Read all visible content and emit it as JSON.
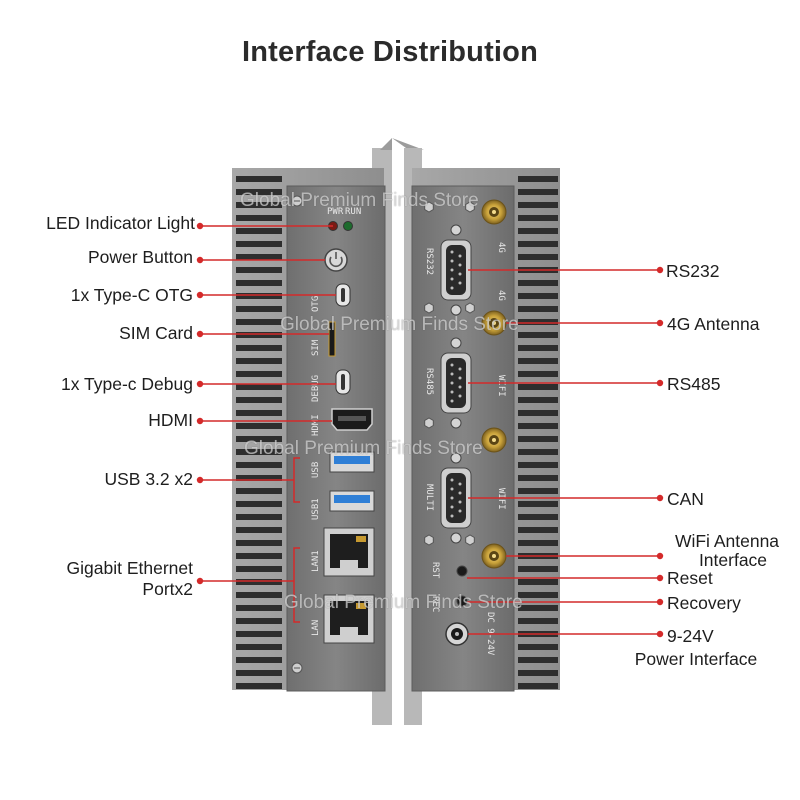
{
  "title": "Interface Distribution",
  "watermark": "Global Premium Finds Store",
  "left_panel": {
    "silk": {
      "pwr": "PWR",
      "run": "RUN",
      "otg": "OTG",
      "sim": "SIM",
      "debug": "DEBUG",
      "hdmi": "HDMI",
      "usb": "USB",
      "usb1": "USB1",
      "lan1": "LAN1",
      "lan": "LAN"
    },
    "labels": {
      "led": "LED Indicator Light",
      "power_button": "Power Button",
      "typec_otg": "1x Type-C OTG",
      "sim_card": "SIM Card",
      "typec_debug": "1x Type-c Debug",
      "hdmi": "HDMI",
      "usb": "USB 3.2 x2",
      "ethernet_line1": "Gigabit Ethernet",
      "ethernet_line2": "Portx2"
    }
  },
  "right_panel": {
    "silk": {
      "g4a": "4G",
      "g4b": "4G",
      "rs232": "RS232",
      "rs485": "RS485",
      "multi": "MULTI",
      "wifi_a": "WIFI",
      "wifi_b": "WIFI",
      "rst": "RST",
      "rec": "REC",
      "dc": "DC 9-24V"
    },
    "labels": {
      "rs232": "RS232",
      "antenna_4g": "4G Antenna",
      "rs485": "RS485",
      "can": "CAN",
      "wifi_line1": "WiFi Antenna",
      "wifi_line2": "Interface",
      "reset": "Reset",
      "recovery": "Recovery",
      "power_line1": "9-24V",
      "power_line2": "Power Interface"
    }
  },
  "colors": {
    "leader": "#d42a2a",
    "chassis": "#9a9a9a",
    "panel": "#7b7b7b",
    "fin_slot": "#2e2e2e",
    "port_blue": "#2f7fd6",
    "gold": "#c9a23a"
  }
}
